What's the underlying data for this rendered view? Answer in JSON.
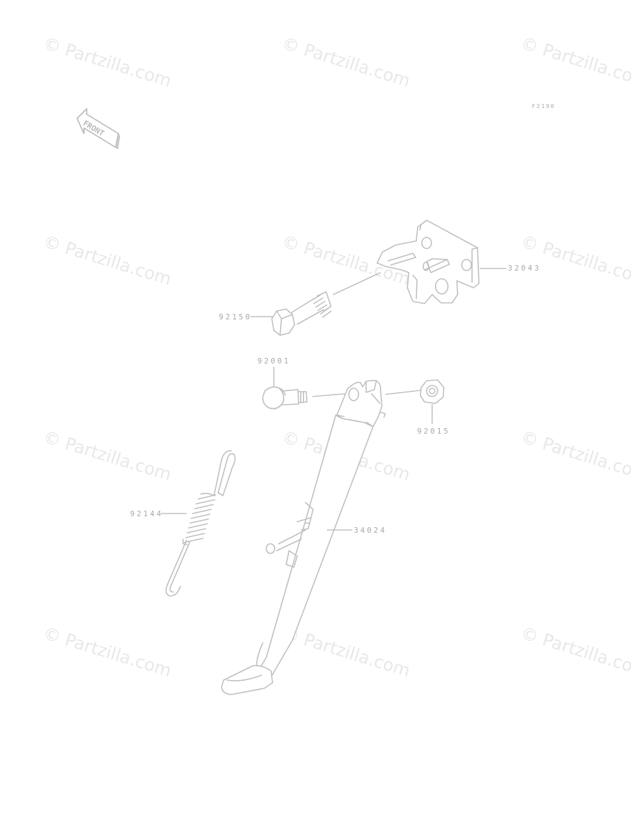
{
  "watermark": "© Partzilla.com",
  "figure_code": "F2190",
  "front_label": "FRONT",
  "parts": {
    "bracket": "32043",
    "bolt": "92150",
    "pivot_bolt": "92001",
    "nut": "92015",
    "spring": "92144",
    "side_stand": "34024"
  },
  "colors": {
    "line": "#bfbfbf",
    "text": "#a8a8a8",
    "watermark": "#e8e8e8"
  }
}
